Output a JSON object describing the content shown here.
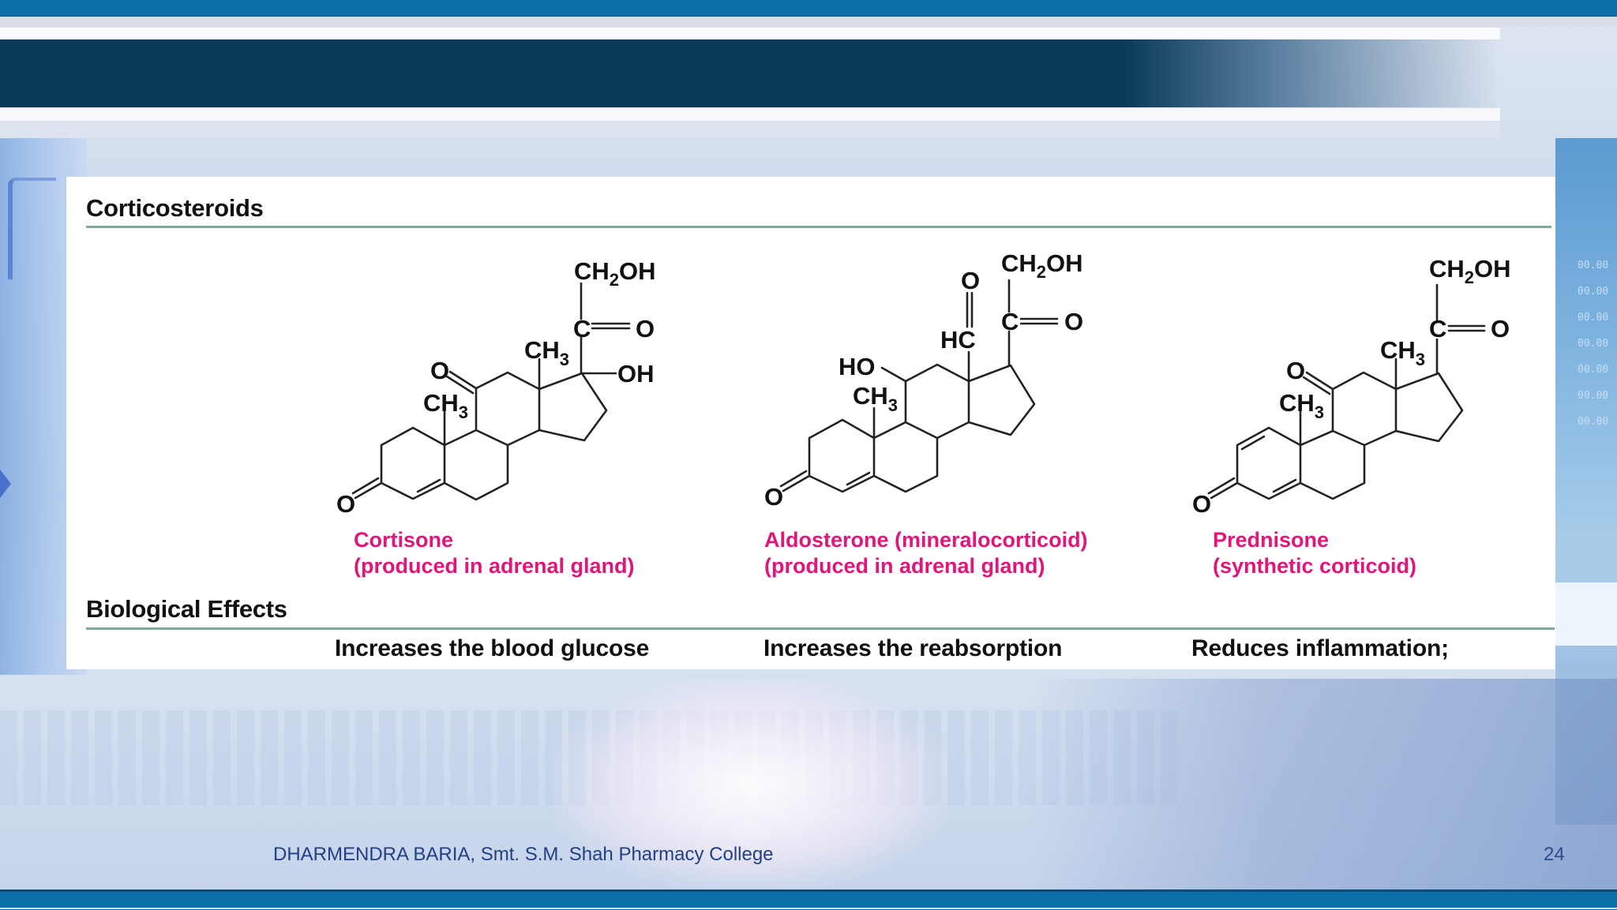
{
  "slide": {
    "title": "",
    "footer": "DHARMENDRA BARIA, Smt. S.M. Shah Pharmacy College",
    "page_number": "24",
    "colors": {
      "top_bar": "#0a6ea8",
      "title_bar": "#0c3b5a",
      "caption": "#e0167a",
      "footer_text": "#233f86",
      "rule": "#7fa99a"
    }
  },
  "figure": {
    "section_title": "Corticosteroids",
    "effects_title": "Biological Effects",
    "compounds": [
      {
        "name": "Cortisone",
        "note": "(produced in adrenal gland)",
        "effect": "Increases the blood glucose",
        "labels": {
          "ch2oh_main": "CH",
          "ch2oh_sub": "2",
          "ch2oh_tail": "OH",
          "carbonyl_c": "C",
          "carbonyl_o": "O",
          "methyl13_main": "CH",
          "methyl13_sub": "3",
          "hydroxyl17": "OH",
          "keto11_o": "O",
          "methyl10_main": "CH",
          "methyl10_sub": "3",
          "keto3_o": "O"
        }
      },
      {
        "name": "Aldosterone (mineralocorticoid)",
        "note": "(produced in adrenal gland)",
        "effect": "Increases the reabsorption",
        "labels": {
          "ch2oh_main": "CH",
          "ch2oh_sub": "2",
          "ch2oh_tail": "OH",
          "carbonyl_c": "C",
          "carbonyl_o": "O",
          "aldehyde_o": "O",
          "aldehyde_hc": "HC",
          "hydroxyl11": "HO",
          "methyl10_main": "CH",
          "methyl10_sub": "3",
          "keto3_o": "O"
        }
      },
      {
        "name": "Prednisone",
        "note": "(synthetic corticoid)",
        "effect": "Reduces inflammation;",
        "labels": {
          "ch2oh_main": "CH",
          "ch2oh_sub": "2",
          "ch2oh_tail": "OH",
          "carbonyl_c": "C",
          "carbonyl_o": "O",
          "methyl13_main": "CH",
          "methyl13_sub": "3",
          "keto11_o": "O",
          "methyl10_main": "CH",
          "methyl10_sub": "3",
          "keto3_o": "O"
        }
      }
    ]
  }
}
